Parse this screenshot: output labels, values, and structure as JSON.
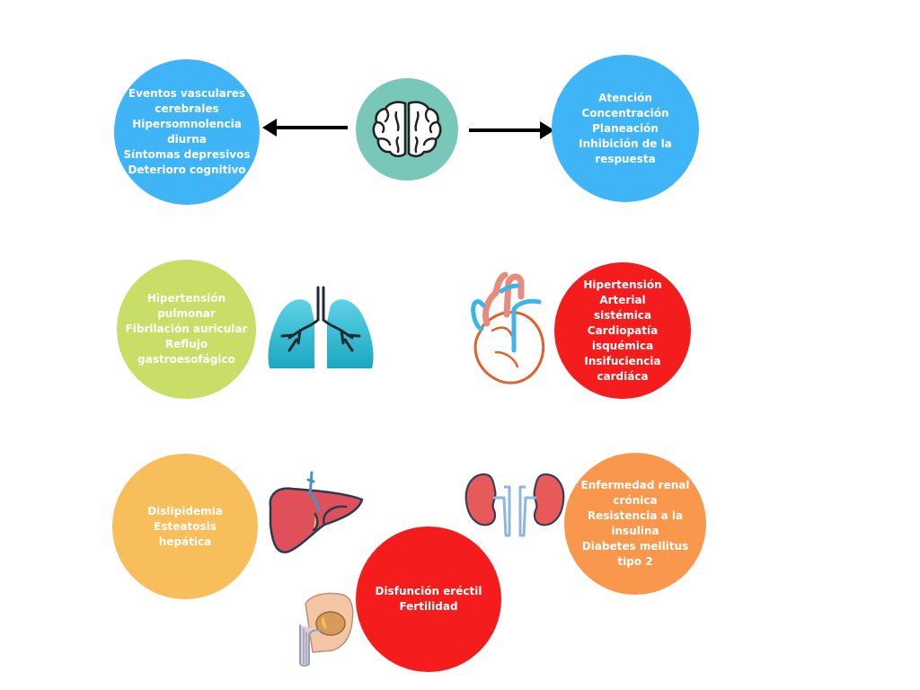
{
  "colors": {
    "blue": "#3fb5f8",
    "teal": "#79c7b8",
    "green": "#c9de66",
    "red": "#f41c1c",
    "orange_light": "#f8be5c",
    "orange": "#f9984c"
  },
  "brain": {
    "icon": "brain-icon",
    "left_text": [
      "Eventos vasculares",
      "cerebrales",
      "Hipersomnolencia diurna",
      "Síntomas depresivos",
      "Deterioro cognitivo"
    ],
    "right_text": [
      "Atención",
      "Concentración",
      "Planeación",
      "Inhibición de la",
      "respuesta"
    ]
  },
  "lungs": {
    "icon": "lungs-icon",
    "text": [
      "Hipertensión pulmonar",
      "Fibrilación auricular",
      "Reflujo",
      "gastroesofágico"
    ]
  },
  "heart": {
    "icon": "heart-icon",
    "text": [
      "Hipertensión Arterial",
      "sistémica",
      "Cardiopatía isquémica",
      "Insifuciencia cardiáca"
    ]
  },
  "liver": {
    "icon": "liver-icon",
    "text": [
      "Dislipidemia",
      "Esteatosis",
      "hepática"
    ]
  },
  "kidneys": {
    "icon": "kidneys-icon",
    "text": [
      "Enfermedad renal",
      "crónica",
      "Resistencia a la insulina",
      "Diabetes mellitus",
      "tipo 2"
    ]
  },
  "reproductive": {
    "icon": "reproductive-organ-icon",
    "text": [
      "Disfunción eréctil",
      "Fertilidad"
    ]
  }
}
